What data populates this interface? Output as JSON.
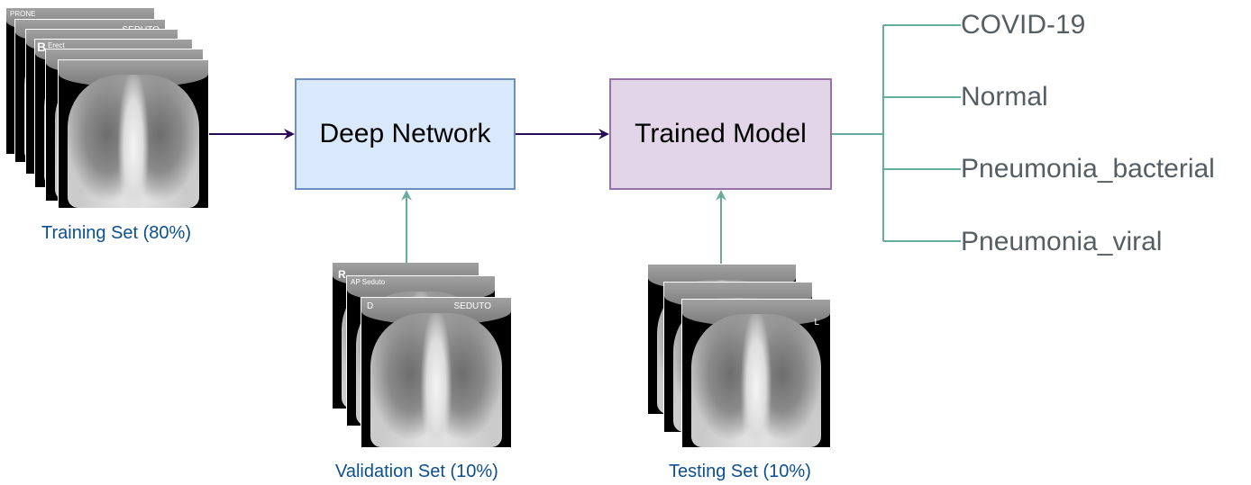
{
  "nodes": {
    "deep_network": "Deep Network",
    "trained_model": "Trained Model"
  },
  "captions": {
    "training": "Training Set (80%)",
    "validation": "Validation Set (10%)",
    "testing": "Testing Set (10%)"
  },
  "classes": [
    "COVID-19",
    "Normal",
    "Pneumonia_bacterial",
    "Pneumonia_viral"
  ],
  "image_labels": {
    "training_prone": "PRONE",
    "training_seduto": "SEDUTO",
    "training_b": "B",
    "training_erect": "Erect",
    "validation_r": "R",
    "validation_ap_seduto": "AP Seduto",
    "validation_seduto": "SEDUTO",
    "validation_d": "D",
    "testing_l": "L"
  },
  "colors": {
    "deep_network_fill": "#dae8fc",
    "deep_network_stroke": "#6c8ebf",
    "trained_model_fill": "#e1d5e7",
    "trained_model_stroke": "#9673a6",
    "flow_arrow": "#2a0a57",
    "feed_arrow": "#67ab9f",
    "caption_text": "#0b4f8f",
    "class_text": "#555e63"
  },
  "icons": {
    "image_stack": "chest-xray-image-stack"
  }
}
